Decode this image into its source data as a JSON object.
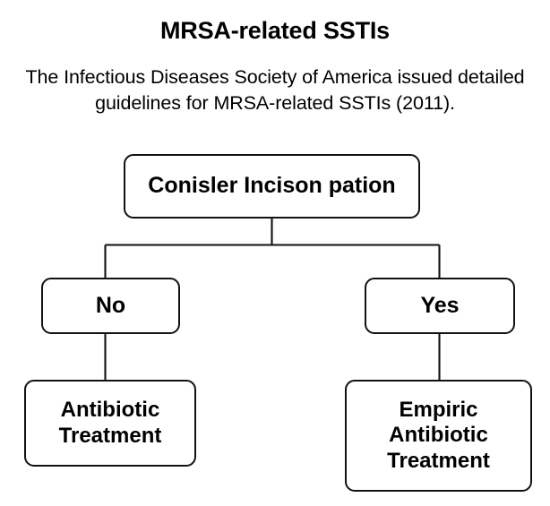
{
  "slide": {
    "background_color": "#ffffff",
    "text_color": "#000000",
    "title": "MRSA-related SSTIs",
    "subtitle": "The Infectious Diseases Society of America issued detailed guidelines for MRSA-related SSTIs (2011)."
  },
  "flowchart": {
    "type": "decision-tree",
    "stroke_color": "#111111",
    "node_fill": "#ffffff",
    "nodes": [
      {
        "id": "root",
        "label": "Conisler Incison pation"
      },
      {
        "id": "no",
        "label": "No"
      },
      {
        "id": "yes",
        "label": "Yes"
      },
      {
        "id": "left_leaf",
        "label": "Antibiotic\nTreatment"
      },
      {
        "id": "right_leaf",
        "label": "Empiric\nAntibiotic\nTreatment"
      }
    ],
    "edges": [
      {
        "from": "root",
        "to": "no"
      },
      {
        "from": "root",
        "to": "yes"
      },
      {
        "from": "no",
        "to": "left_leaf"
      },
      {
        "from": "yes",
        "to": "right_leaf"
      }
    ]
  }
}
